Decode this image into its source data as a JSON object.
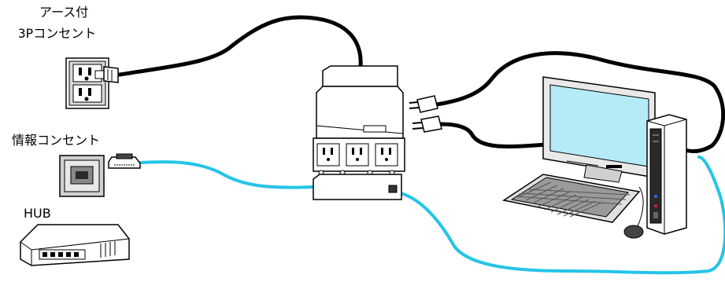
{
  "labels": {
    "outlet_line1": "アース付",
    "outlet_line2": "3Pコンセント",
    "info_outlet": "情報コンセント",
    "hub": "HUB"
  },
  "colors": {
    "power_cable": "#000000",
    "lan_cable": "#25c4e8",
    "monitor_screen": "#b5eaf7",
    "panel_gray": "#9a9a9a"
  }
}
